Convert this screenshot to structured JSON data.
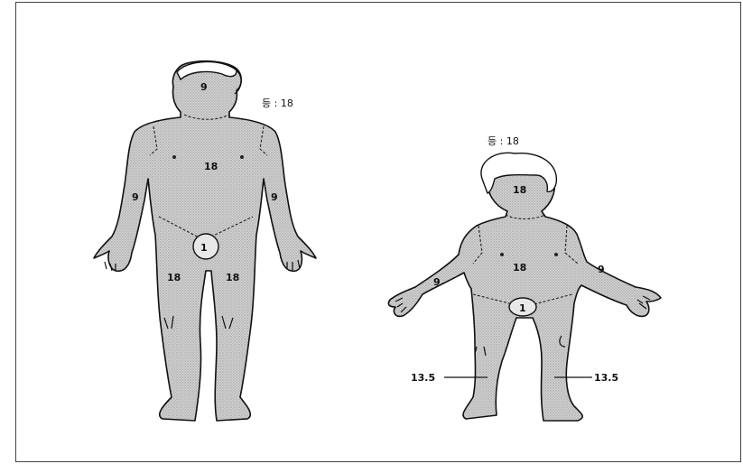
{
  "adult": {
    "back_label": "등 : 18",
    "head": "9",
    "trunk": "18",
    "left_arm": "9",
    "right_arm": "9",
    "left_leg": "18",
    "right_leg": "18",
    "genitals": "1"
  },
  "child": {
    "back_label": "등 : 18",
    "head": "18",
    "trunk": "18",
    "left_arm": "9",
    "right_arm": "9",
    "genitals": "1",
    "left_leg": "13.5",
    "right_leg": "13.5"
  }
}
